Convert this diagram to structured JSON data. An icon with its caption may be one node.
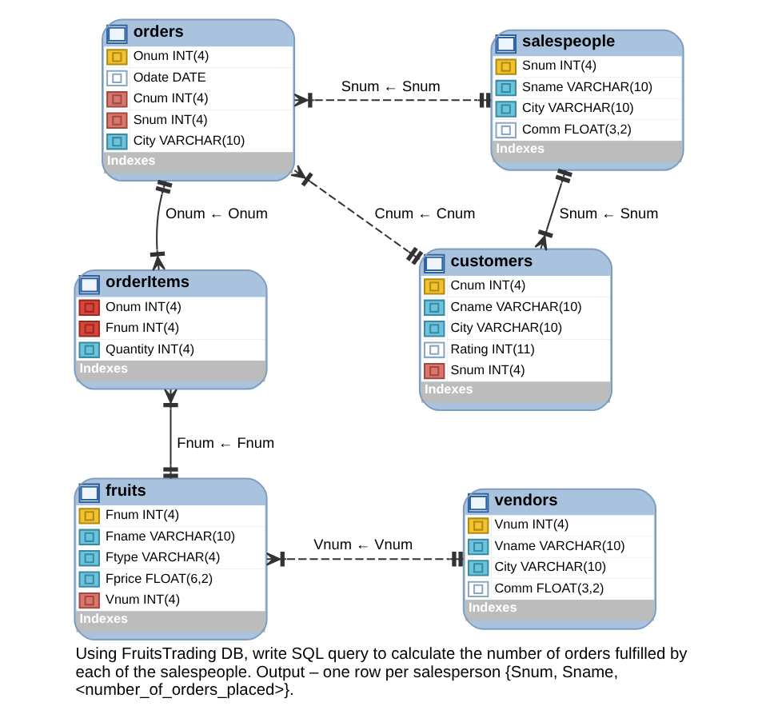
{
  "diagram": {
    "caption": "Using FruitsTrading DB, write SQL query to calculate the number of orders fulfilled by each of the salespeople. Output – one row per salesperson {Snum, Sname, <number_of_orders_placed>}.",
    "nodes": [
      {
        "text": [
          "orders",
          "Onum INT(4)",
          "Odate DATE",
          "Cnum INT(4)",
          "Snum INT(4)",
          "City VARCHAR(10)",
          "Indexes"
        ]
      },
      {
        "text": [
          "salespeople",
          "Snum INT(4)",
          "Sname VARCHAR(10)",
          "City VARCHAR(10)",
          "Comm FLOAT(3,2)",
          "Indexes"
        ]
      },
      {
        "text": [
          "orderItems",
          "Onum INT(4)",
          "Fnum INT(4)",
          "Quantity INT(4)",
          "Indexes"
        ]
      },
      {
        "text": [
          "customers",
          "Cnum INT(4)",
          "Cname VARCHAR(10)",
          "City VARCHAR(10)",
          "Rating INT(11)",
          "Snum INT(4)",
          "Indexes"
        ]
      },
      {
        "text": [
          "fruits",
          "Fnum INT(4)",
          "Fname VARCHAR(10)",
          "Ftype VARCHAR(4)",
          "Fprice FLOAT(6,2)",
          "Vnum INT(4)",
          "Indexes"
        ]
      },
      {
        "text": [
          "vendors",
          "Vnum INT(4)",
          "Vname VARCHAR(10)",
          "City VARCHAR(10)",
          "Comm FLOAT(3,2)",
          "Indexes"
        ]
      }
    ],
    "edges": [
      {
        "from": 0,
        "to": 1,
        "arrow": "other",
        "label": "Snum ← Snum",
        "style": "dashed"
      },
      {
        "from": 1,
        "to": 3,
        "arrow": "other",
        "label": "Snum ← Snum"
      },
      {
        "from": 0,
        "to": 2,
        "arrow": "other",
        "label": "Onum ← Onum"
      },
      {
        "from": 0,
        "to": 3,
        "arrow": "other",
        "label": "Cnum ← Cnum",
        "style": "dashed"
      },
      {
        "from": 2,
        "to": 4,
        "arrow": "other",
        "label": "Fnum ← Fnum"
      },
      {
        "from": 4,
        "to": 5,
        "arrow": "other",
        "label": "Vnum ← Vnum",
        "style": "dashed"
      }
    ]
  }
}
